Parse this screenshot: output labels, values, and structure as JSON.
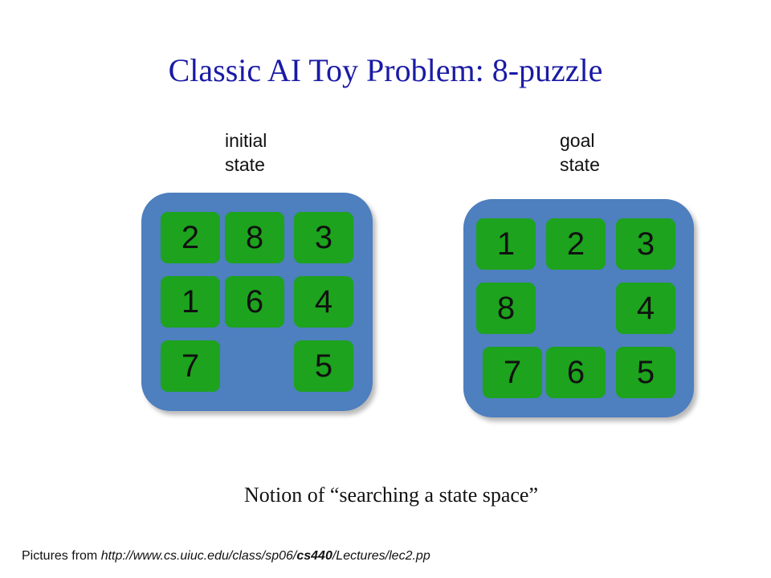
{
  "slide": {
    "title": "Classic AI Toy Problem: 8-puzzle",
    "initial": {
      "label_line1": "initial",
      "label_line2": "state",
      "tiles": [
        "2",
        "8",
        "3",
        "1",
        "6",
        "4",
        "7",
        "",
        "5"
      ]
    },
    "goal": {
      "label_line1": "goal",
      "label_line2": "state",
      "tiles": [
        "1",
        "2",
        "3",
        "8",
        "",
        "4",
        "7",
        "6",
        "5"
      ]
    },
    "notion": "Notion of “searching a state space”",
    "credit": {
      "prefix": "Pictures from ",
      "url_part1": "http://www.cs.uiuc.edu/class/sp06/",
      "url_part2": "cs440",
      "url_part3": "/Lectures/lec2.pp"
    }
  },
  "colors": {
    "title": "#1a1aa6",
    "board": "#4e7fbe",
    "tile": "#1da31d"
  }
}
